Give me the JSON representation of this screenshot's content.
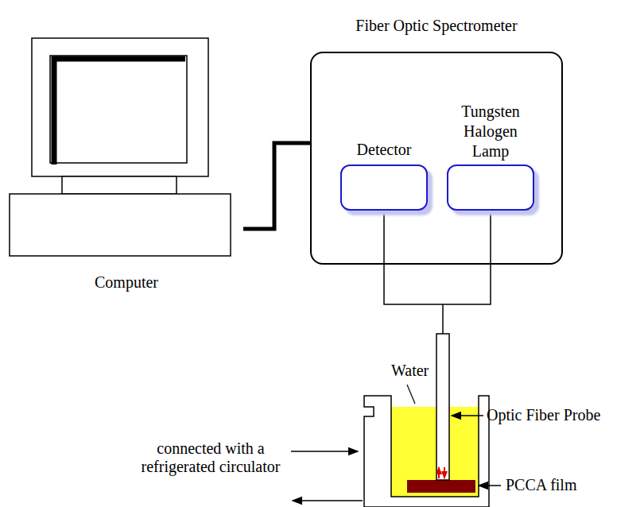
{
  "diagram": {
    "nodes": [
      {
        "text": [
          "Computer"
        ]
      },
      {
        "text": [
          "Fiber Optic Spectrometer"
        ]
      },
      {
        "text": [
          "Detector"
        ],
        "in": 1
      },
      {
        "text": [
          "Tungsten Halogen Lamp"
        ],
        "in": 1
      }
    ],
    "edges": [
      {
        "from": 0,
        "to": 1,
        "arrow": "none"
      },
      {
        "from": 2,
        "to": 3,
        "arrow": "none"
      }
    ],
    "labels": [
      "Water",
      "Optic Fiber Probe",
      "PCCA film",
      "connected with a refrigerated circulator"
    ]
  }
}
